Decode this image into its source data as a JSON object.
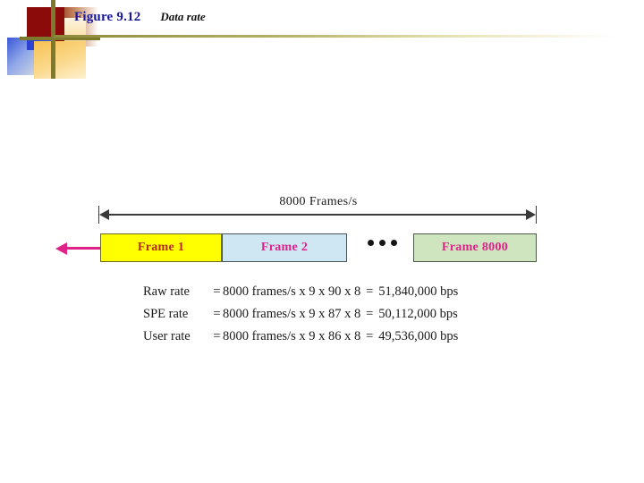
{
  "slide": {
    "figure_label": "Figure 9.12",
    "caption": "Data rate"
  },
  "diagram": {
    "span_label": "8000  Frames/s",
    "frames": [
      {
        "label": "Frame 1",
        "fill": "#ffff00",
        "text_color": "#b52a18"
      },
      {
        "label": "Frame 2",
        "fill": "#cfe7f2",
        "text_color": "#e0218a"
      },
      {
        "label": "Frame 8000",
        "fill": "#cfe5c0",
        "text_color": "#e0218a"
      }
    ],
    "ellipsis": "•••",
    "input_arrow_color": "#e0218a"
  },
  "equations": [
    {
      "name": "Raw rate",
      "eq1": "=",
      "expression": "8000 frames/s x 9 x 90 x 8",
      "eq2": "=",
      "result": "51,840,000 bps"
    },
    {
      "name": "SPE rate",
      "eq1": "=",
      "expression": "8000 frames/s  x 9 x 87 x 8",
      "eq2": "=",
      "result": "50,112,000 bps"
    },
    {
      "name": "User rate",
      "eq1": "=",
      "expression": "8000 frames/s x 9 x 86 x 8",
      "eq2": "=",
      "result": "49,536,000 bps"
    }
  ],
  "colors": {
    "title_blue": "#17179e",
    "rule_olive": "#8d8a3c",
    "ornament_dark_red": "#8b0a0a"
  }
}
